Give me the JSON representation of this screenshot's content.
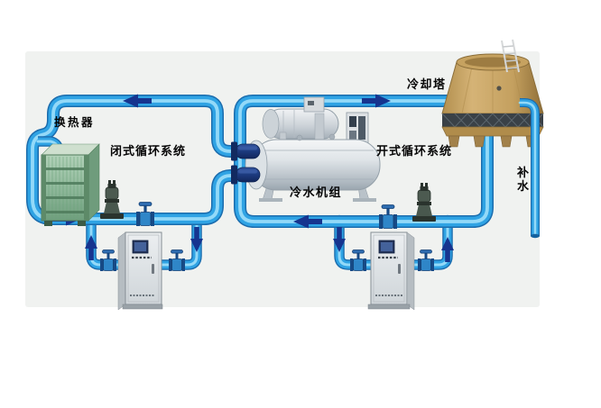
{
  "labels": {
    "heat_exchanger": "换热器",
    "closed_loop_system": "闭式循环系统",
    "chiller_unit": "冷水机组",
    "open_loop_system": "开式循环系统",
    "cooling_tower": "冷却塔",
    "makeup_water": "补水"
  },
  "flow_arrows": [
    {
      "loop": "closed",
      "location": "top-pipe",
      "direction": "left"
    },
    {
      "loop": "closed",
      "location": "bottom-pipe",
      "direction": "right"
    },
    {
      "loop": "closed",
      "location": "cabinet-branch-left",
      "direction": "up"
    },
    {
      "loop": "closed",
      "location": "cabinet-branch-right",
      "direction": "down"
    },
    {
      "loop": "open",
      "location": "top-pipe",
      "direction": "right"
    },
    {
      "loop": "open",
      "location": "bottom-pipe",
      "direction": "left"
    },
    {
      "loop": "open",
      "location": "cabinet-branch-left",
      "direction": "down"
    },
    {
      "loop": "open",
      "location": "cabinet-branch-right",
      "direction": "up"
    }
  ],
  "components": [
    {
      "id": "heat-exchanger",
      "label": "换热器"
    },
    {
      "id": "chiller-unit",
      "label": "冷水机组"
    },
    {
      "id": "cooling-tower",
      "label": "冷却塔"
    },
    {
      "id": "makeup-water-pipe",
      "label": "补水"
    },
    {
      "id": "closed-loop-piping",
      "label": "闭式循环系统"
    },
    {
      "id": "open-loop-piping",
      "label": "开式循环系统"
    },
    {
      "id": "pump-left"
    },
    {
      "id": "pump-right"
    },
    {
      "id": "control-cabinet-left"
    },
    {
      "id": "control-cabinet-right"
    },
    {
      "id": "valve-closed-bottom"
    },
    {
      "id": "valve-open-bottom"
    },
    {
      "id": "valve-closed-branch-left"
    },
    {
      "id": "valve-closed-branch-right"
    },
    {
      "id": "valve-open-branch-left"
    },
    {
      "id": "valve-open-branch-right"
    }
  ],
  "colors": {
    "pipe_body": "#2fa3e4",
    "pipe_edge": "#1b6cad",
    "pipe_highlight": "#93d9f8",
    "flow_arrow": "#16348f",
    "heat_exchanger_green": "#84b492",
    "cooling_tower_tan": "#c8a360",
    "cabinet_gray": "#dde1e4",
    "pump_dark": "#49584e",
    "background_panel": "#f0f2f0"
  }
}
